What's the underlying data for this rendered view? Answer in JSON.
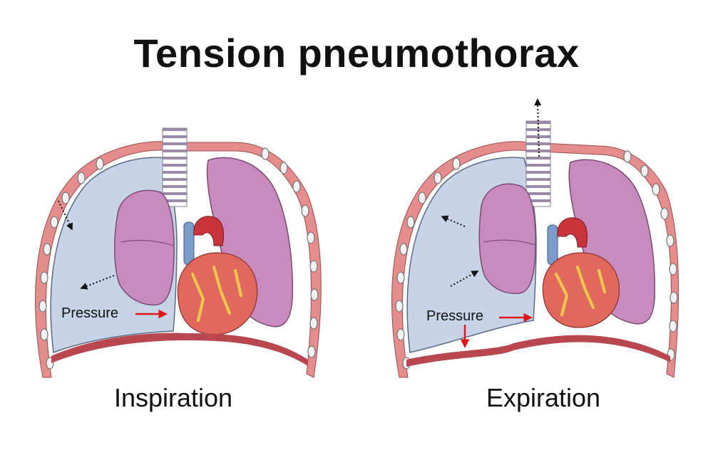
{
  "title": "Tension pneumothorax",
  "panels": [
    {
      "caption": "Inspiration",
      "pressure_label": "Pressure"
    },
    {
      "caption": "Expiration",
      "pressure_label": "Pressure"
    }
  ],
  "colors": {
    "chest_wall": "#e58c8c",
    "pleural_space": "#c7d3e6",
    "lung": "#c98bbd",
    "trachea_ring": "#9c8aaa",
    "heart": "#e0685d",
    "aorta": "#c8343a",
    "vein": "#7d9bc9",
    "diaphragm": "#b8474f",
    "pressure_arrow": "#e0161b",
    "air_arrow": "#111111"
  }
}
